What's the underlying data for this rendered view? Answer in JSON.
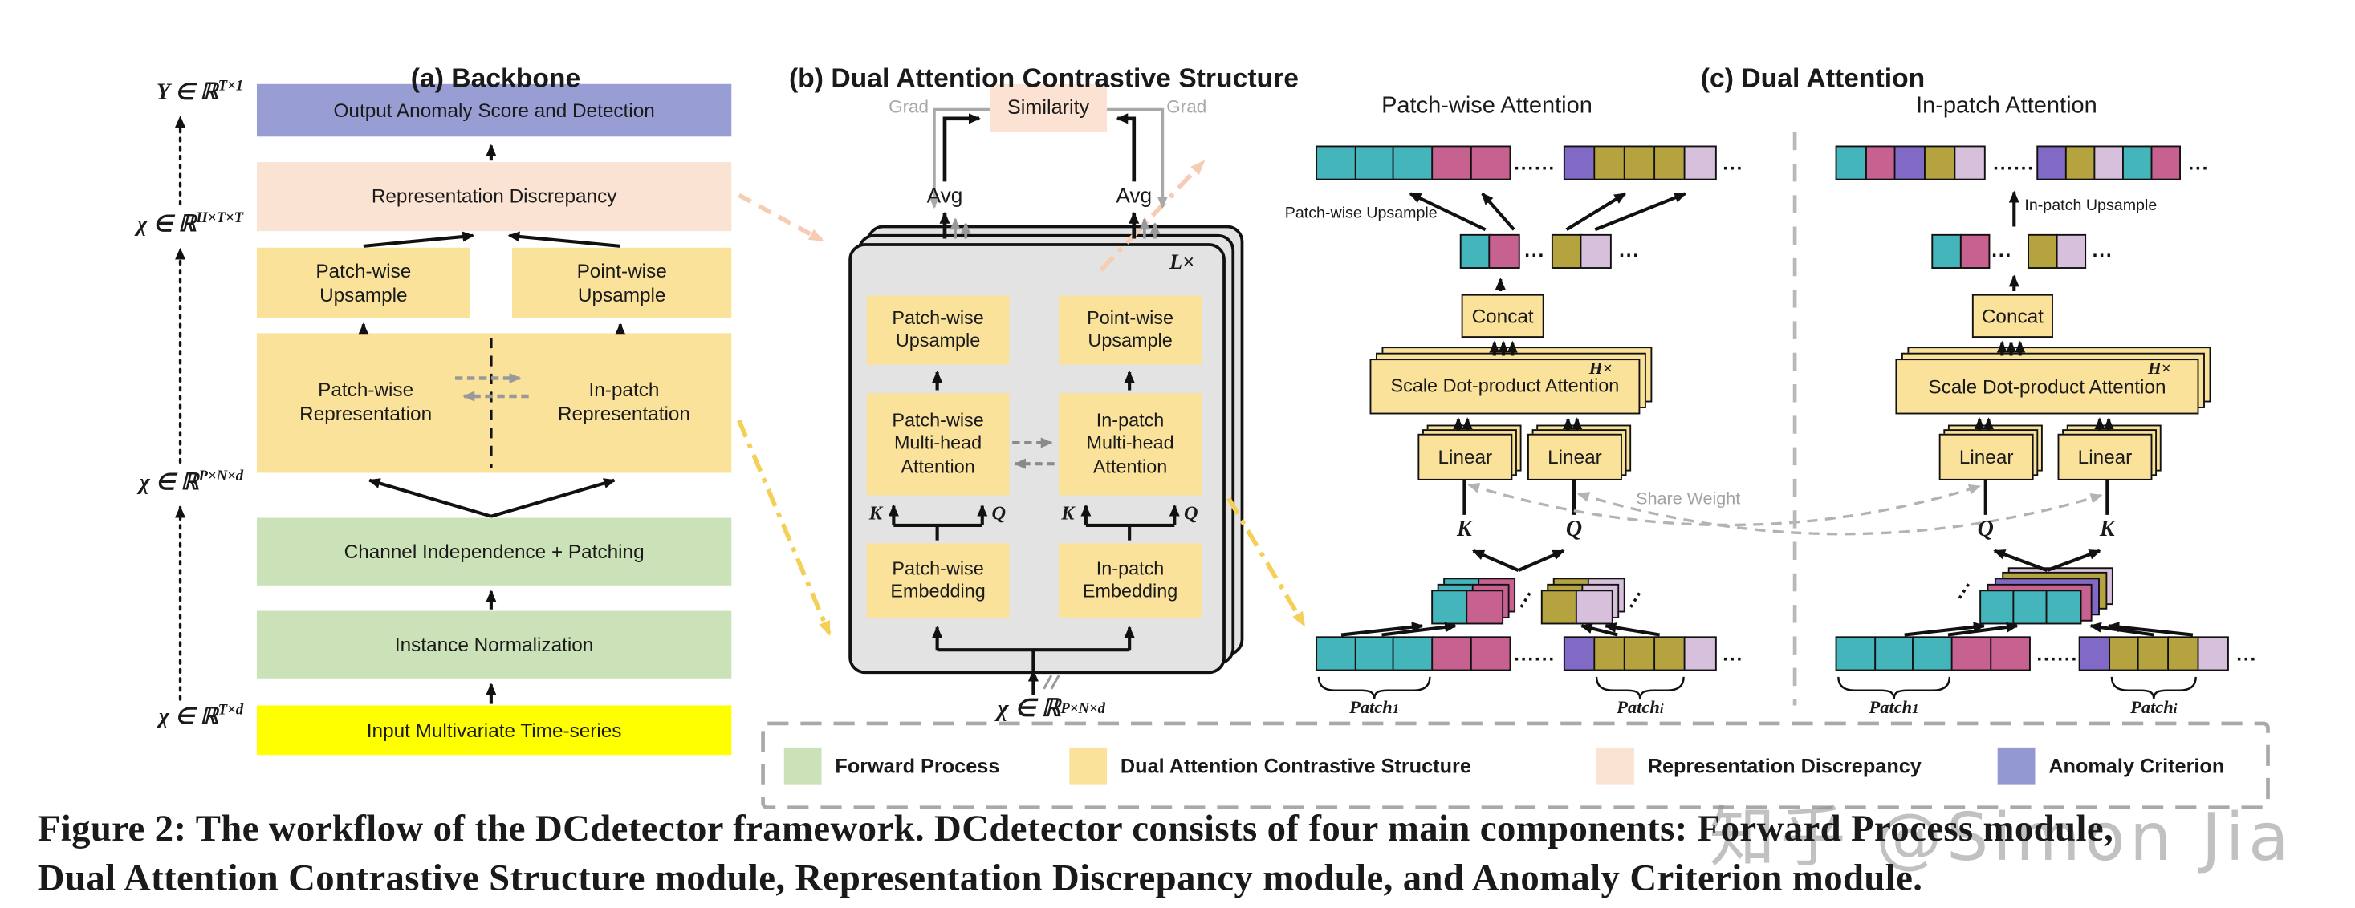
{
  "colors": {
    "teal": "#45b5bc",
    "pink": "#c7618f",
    "purple": "#8169c6",
    "olive": "#b4a33e",
    "lavender": "#d7c0dc",
    "module_yellow": "#fae29b",
    "module_green": "#cbe1b8",
    "module_pink": "#fbe3d4",
    "module_purple": "#989ed3",
    "input_yellow": "#ffff00",
    "panel_gray": "#e3e3e3",
    "similarity_peach": "#fbe2d2",
    "legend_purple": "#9398d2"
  },
  "panel_a": {
    "title": "(a) Backbone",
    "output_box": "Output Anomaly Score and Detection",
    "discrepancy_box": "Representation Discrepancy",
    "patch_upsample": {
      "l1": "Patch-wise",
      "l2": "Upsample"
    },
    "point_upsample": {
      "l1": "Point-wise",
      "l2": "Upsample"
    },
    "patch_repr": {
      "l1": "Patch-wise",
      "l2": "Representation"
    },
    "inpatch_repr": {
      "l1": "In-patch",
      "l2": "Representation"
    },
    "channel_box": "Channel Independence + Patching",
    "instance_box": "Instance Normalization",
    "input_box": "Input Multivariate Time-series",
    "math_y": {
      "base": "Y ∈ ℝ",
      "sup": "T×1"
    },
    "math_h": {
      "base": "χ ∈ ℝ",
      "sup": "H×T×T"
    },
    "math_p": {
      "base": "χ ∈ ℝ",
      "sup": "P×N×d"
    },
    "math_t": {
      "base": "χ ∈ ℝ",
      "sup": "T×d"
    }
  },
  "panel_b": {
    "title": "(b) Dual Attention Contrastive Structure",
    "similarity": "Similarity",
    "grad_left": "Grad",
    "grad_right": "Grad",
    "avg_left": "Avg",
    "avg_right": "Avg",
    "l_times": "L×",
    "patch_upsample": {
      "l1": "Patch-wise",
      "l2": "Upsample"
    },
    "point_upsample": {
      "l1": "Point-wise",
      "l2": "Upsample"
    },
    "patch_attention": {
      "l1": "Patch-wise",
      "l2": "Multi-head",
      "l3": "Attention"
    },
    "inpatch_attention": {
      "l1": "In-patch",
      "l2": "Multi-head",
      "l3": "Attention"
    },
    "patch_embedding": {
      "l1": "Patch-wise",
      "l2": "Embedding"
    },
    "inpatch_embedding": {
      "l1": "In-patch",
      "l2": "Embedding"
    },
    "k_left": "K",
    "q_left": "Q",
    "k_right": "K",
    "q_right": "Q",
    "math_x": {
      "base": "χ ∈ ℝ",
      "sup": "P×N×d"
    }
  },
  "panel_c": {
    "title": "(c) Dual Attention",
    "share_weight": "Share Weight",
    "patchwise": {
      "subtitle": "Patch-wise Attention",
      "upsample_label": "Patch-wise Upsample",
      "concat": "Concat",
      "sdpa": "Scale Dot-product Attention",
      "h_times": "H×",
      "linear_left": "Linear",
      "linear_right": "Linear",
      "k": "K",
      "q": "Q",
      "row1": [
        "teal",
        "teal",
        "teal",
        "pink",
        "pink"
      ],
      "row2": [
        "purple",
        "olive",
        "olive",
        "olive",
        "lavender"
      ],
      "mid_left": [
        "teal",
        "pink"
      ],
      "mid_right": [
        "olive",
        "lavender"
      ],
      "stack_left": [
        "teal",
        "pink"
      ],
      "stack_right": [
        "olive",
        "lavender"
      ],
      "bottom_left": [
        "teal",
        "teal",
        "teal",
        "pink",
        "pink"
      ],
      "bottom_right": [
        "purple",
        "olive",
        "olive",
        "olive",
        "lavender"
      ],
      "patch1": {
        "base": "Patch",
        "sub": "1"
      },
      "patchi": {
        "base": "Patch",
        "sub": "i"
      },
      "dots6": "......",
      "dots3": "...",
      "dots_diag": "..."
    },
    "inpatch": {
      "subtitle": "In-patch Attention",
      "upsample_label": "In-patch Upsample",
      "concat": "Concat",
      "sdpa": "Scale Dot-product Attention",
      "h_times": "H×",
      "linear_left": "Linear",
      "linear_right": "Linear",
      "k": "K",
      "q": "Q",
      "row1": [
        "teal",
        "pink",
        "purple",
        "olive",
        "lavender"
      ],
      "row2": [
        "purple",
        "olive",
        "lavender",
        "teal",
        "pink"
      ],
      "mid_left": [
        "teal",
        "pink"
      ],
      "mid_right": [
        "olive",
        "lavender"
      ],
      "stack_front": [
        "teal",
        "teal",
        "teal"
      ],
      "stack_layers": [
        "pink",
        "purple",
        "olive",
        "lavender"
      ],
      "bottom_left": [
        "teal",
        "teal",
        "teal",
        "pink",
        "pink"
      ],
      "bottom_right": [
        "purple",
        "olive",
        "olive",
        "olive",
        "lavender"
      ],
      "patch1": {
        "base": "Patch",
        "sub": "1"
      },
      "patchi": {
        "base": "Patch",
        "sub": "i"
      },
      "dots6": "......",
      "dots3": "...",
      "dots_diag": "..."
    }
  },
  "legend": {
    "items": [
      {
        "label": "Forward Process"
      },
      {
        "label": "Dual Attention Contrastive Structure"
      },
      {
        "label": "Representation Discrepancy"
      },
      {
        "label": "Anomaly Criterion"
      }
    ]
  },
  "caption": {
    "line1": "Figure 2: The workflow of the DCdetector framework. DCdetector consists of four main components: Forward Process module,",
    "line2": "Dual Attention Contrastive Structure module, Representation Discrepancy module, and Anomaly Criterion module."
  },
  "watermark": "知乎 @Simon Jia"
}
